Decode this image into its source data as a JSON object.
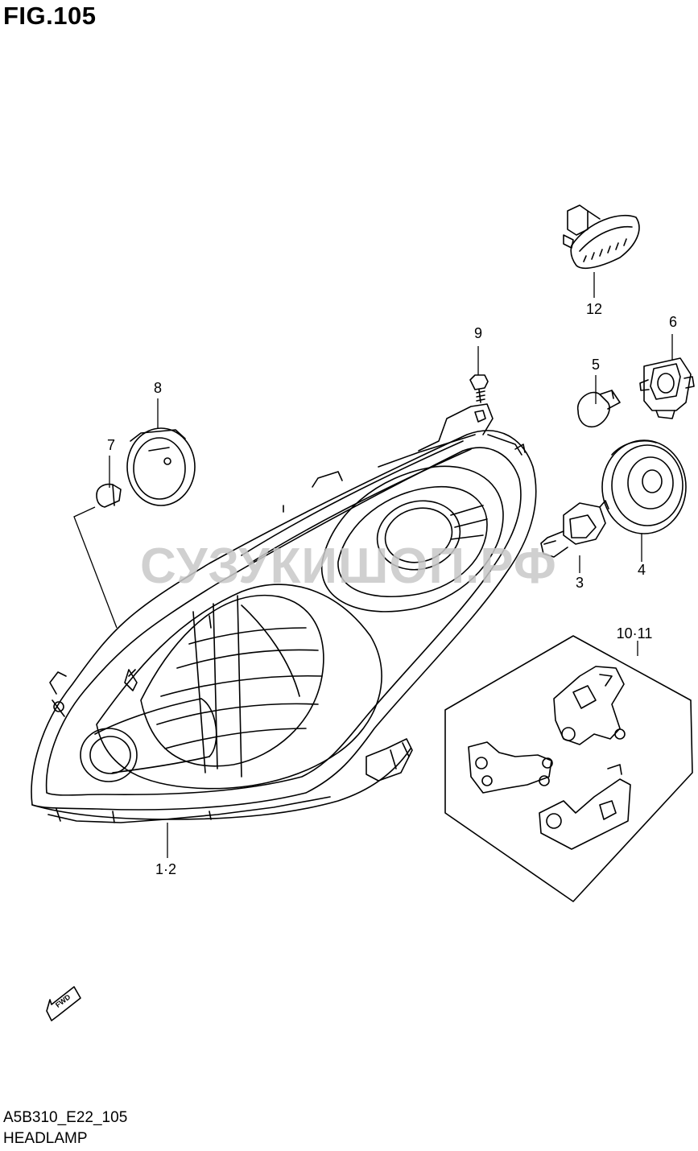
{
  "figure": {
    "title": "FIG.105",
    "code": "A5B310_E22_105",
    "name": "HEADLAMP"
  },
  "watermark": "СУЗУКИШОП.РФ",
  "fwd_arrow": "FWD",
  "callouts": [
    "12",
    "9",
    "6",
    "5",
    "8",
    "7",
    "3",
    "4",
    "10·11",
    "1·2"
  ],
  "icons": {
    "fwd": "arrow-forward-icon"
  }
}
